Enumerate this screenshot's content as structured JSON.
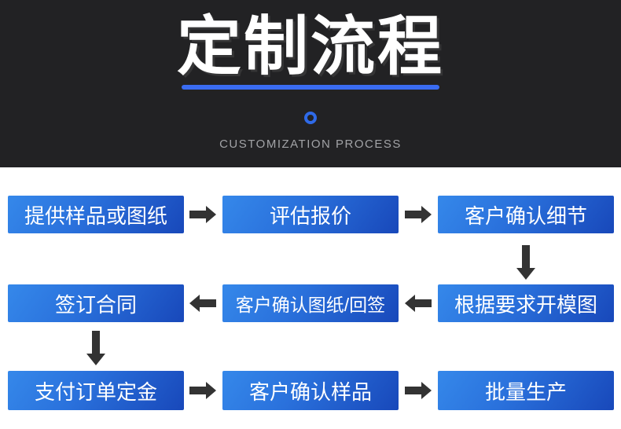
{
  "header": {
    "title": "定制流程",
    "subtitle": "CUSTOMIZATION PROCESS",
    "background_color": "#222224",
    "accent_blue": "#2f6ae8",
    "underline_color": "#3a6cf2",
    "subtitle_color": "#a2a3a6"
  },
  "flow": {
    "box_gradient_start": "#3588ea",
    "box_gradient_end": "#1848ba",
    "box_text_color": "#ffffff",
    "arrow_color": "#333333",
    "steps": [
      {
        "label": "提供样品或图纸",
        "row": 1,
        "col": 1
      },
      {
        "label": "评估报价",
        "row": 1,
        "col": 2
      },
      {
        "label": "客户确认细节",
        "row": 1,
        "col": 3
      },
      {
        "label": "根据要求开模图",
        "row": 2,
        "col": 3
      },
      {
        "label": "客户确认图纸/回签",
        "row": 2,
        "col": 2
      },
      {
        "label": "签订合同",
        "row": 2,
        "col": 1
      },
      {
        "label": "支付订单定金",
        "row": 3,
        "col": 1
      },
      {
        "label": "客户确认样品",
        "row": 3,
        "col": 2
      },
      {
        "label": "批量生产",
        "row": 3,
        "col": 3
      }
    ],
    "arrows": [
      {
        "from": "提供样品或图纸",
        "to": "评估报价",
        "direction": "right"
      },
      {
        "from": "评估报价",
        "to": "客户确认细节",
        "direction": "right"
      },
      {
        "from": "客户确认细节",
        "to": "根据要求开模图",
        "direction": "down"
      },
      {
        "from": "根据要求开模图",
        "to": "客户确认图纸/回签",
        "direction": "left"
      },
      {
        "from": "客户确认图纸/回签",
        "to": "签订合同",
        "direction": "left"
      },
      {
        "from": "签订合同",
        "to": "支付订单定金",
        "direction": "down"
      },
      {
        "from": "支付订单定金",
        "to": "客户确认样品",
        "direction": "right"
      },
      {
        "from": "客户确认样品",
        "to": "批量生产",
        "direction": "right"
      }
    ]
  }
}
